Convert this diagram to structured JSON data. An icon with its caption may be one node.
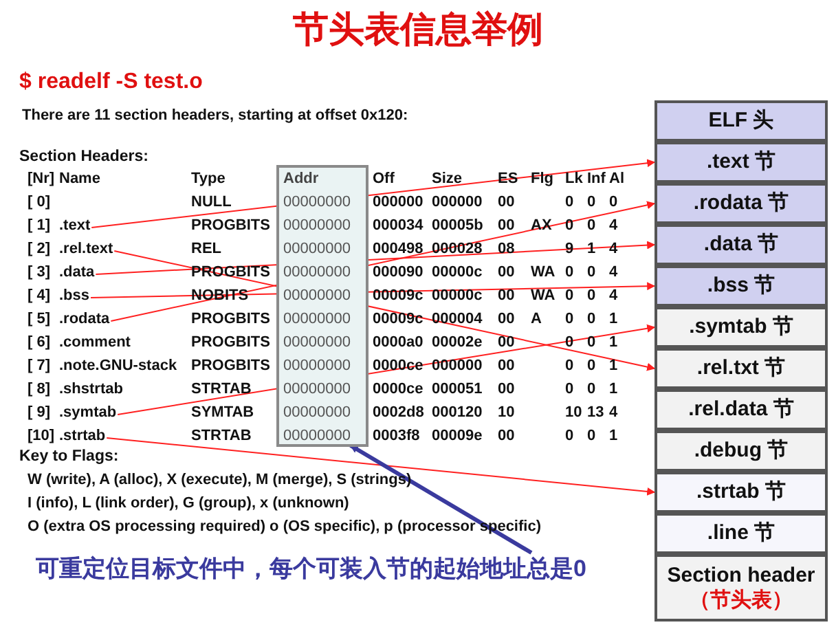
{
  "diagram": {
    "title": "节头表信息举例",
    "nodes": [
      {
        "text": [
          ".text"
        ]
      },
      {
        "text": [
          ".rel.text"
        ]
      },
      {
        "text": [
          ".data"
        ]
      },
      {
        "text": [
          ".bss"
        ]
      },
      {
        "text": [
          ".rodata"
        ]
      },
      {
        "text": [
          ".symtab"
        ]
      },
      {
        "text": [
          ".strtab"
        ]
      },
      {
        "text": [
          "00000000"
        ]
      },
      {
        "text": [
          "可重定位目标文件中，每个可装入节的起始地址总是0"
        ]
      },
      {
        "text": [
          "ELF 头"
        ]
      },
      {
        "text": [
          ".text 节"
        ]
      },
      {
        "text": [
          ".rodata 节"
        ]
      },
      {
        "text": [
          ".data 节"
        ]
      },
      {
        "text": [
          ".bss 节"
        ]
      },
      {
        "text": [
          ".symtab 节"
        ]
      },
      {
        "text": [
          ".rel.txt 节"
        ]
      },
      {
        "text": [
          ".rel.data 节"
        ]
      },
      {
        "text": [
          ".debug 节"
        ]
      },
      {
        "text": [
          ".strtab 节"
        ]
      },
      {
        "text": [
          ".line 节"
        ]
      },
      {
        "text": [
          "Section header",
          "（节头表）"
        ]
      }
    ],
    "edges": [
      {
        "from": 0,
        "to": 10,
        "arrow": "to"
      },
      {
        "from": 1,
        "to": 15,
        "arrow": "to"
      },
      {
        "from": 2,
        "to": 12,
        "arrow": "to"
      },
      {
        "from": 3,
        "to": 13,
        "arrow": "to"
      },
      {
        "from": 4,
        "to": 11,
        "arrow": "to"
      },
      {
        "from": 5,
        "to": 14,
        "arrow": "to"
      },
      {
        "from": 6,
        "to": 18,
        "arrow": "to"
      },
      {
        "from": 8,
        "to": 7,
        "arrow": "to",
        "style": "thick",
        "color": "#3a3a9e"
      }
    ],
    "labels": [
      "$ readelf -S test.o",
      "There are 11 section headers, starting at offset 0x120:",
      "Section Headers:",
      "[Nr]",
      "Name",
      "Type",
      "Addr",
      "Off",
      "Size",
      "ES",
      "Flg",
      "Lk",
      "Inf",
      "Al",
      "[ 0]",
      "NULL",
      "00000000",
      "000000",
      "000000",
      "00",
      "0",
      "0",
      "0",
      "[ 1]",
      "PROGBITS",
      "00000000",
      "000034",
      "00005b",
      "00",
      "AX",
      "0",
      "0",
      "4",
      "[ 2]",
      "REL",
      "00000000",
      "000498",
      "000028",
      "08",
      "9",
      "1",
      "4",
      "[ 3]",
      "PROGBITS",
      "00000000",
      "000090",
      "00000c",
      "00",
      "WA",
      "0",
      "0",
      "4",
      "[ 4]",
      "NOBITS",
      "00000000",
      "00009c",
      "00000c",
      "00",
      "WA",
      "0",
      "0",
      "4",
      "[ 5]",
      "PROGBITS",
      "00000000",
      "00009c",
      "000004",
      "00",
      "A",
      "0",
      "0",
      "1",
      "[ 6]",
      ".comment",
      "PROGBITS",
      "00000000",
      "0000a0",
      "00002e",
      "00",
      "0",
      "0",
      "1",
      "[ 7]",
      ".note.GNU-stack",
      "PROGBITS",
      "00000000",
      "0000ce",
      "000000",
      "00",
      "0",
      "0",
      "1",
      "[ 8]",
      ".shstrtab",
      "STRTAB",
      "00000000",
      "0000ce",
      "000051",
      "00",
      "0",
      "0",
      "1",
      "[ 9]",
      "SYMTAB",
      "00000000",
      "0002d8",
      "000120",
      "10",
      "10",
      "13",
      "4",
      "[10]",
      "STRTAB",
      "0003f8",
      "00009e",
      "00",
      "0",
      "0",
      "1",
      "Key to Flags:",
      "W (write), A (alloc), X (execute), M (merge), S (strings)",
      "I (info), L (link order), G (group), x (unknown)",
      "O (extra OS processing required) o (OS specific), p (processor specific)"
    ]
  }
}
